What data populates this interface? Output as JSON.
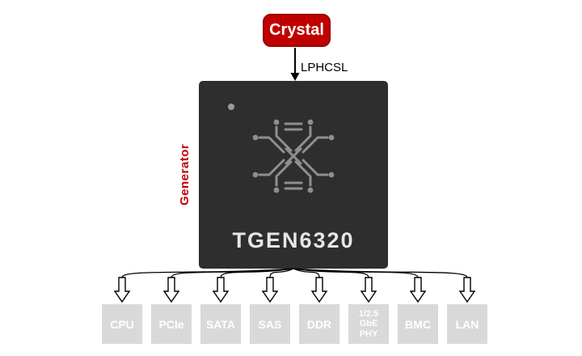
{
  "diagram": {
    "source": {
      "label": "Crystal"
    },
    "signal": {
      "label": "LPHCSL"
    },
    "chip": {
      "part_number": "TGEN6320",
      "role": "Generator"
    },
    "outputs": [
      {
        "label": "CPU"
      },
      {
        "label": "PCIe"
      },
      {
        "label": "SATA"
      },
      {
        "label": "SAS"
      },
      {
        "label": "DDR"
      },
      {
        "label": "1/2.5\nGbE\nPHY"
      },
      {
        "label": "BMC"
      },
      {
        "label": "LAN"
      }
    ],
    "colors": {
      "accent_red": "#C00000",
      "chip_background": "#2E2E2E",
      "chip_text": "#E6E6E6",
      "output_box_background": "#D9D9D9",
      "output_box_text": "#FFFFFF",
      "trace_gray": "#8F8F8F",
      "arrow_outline": "#000000"
    }
  }
}
